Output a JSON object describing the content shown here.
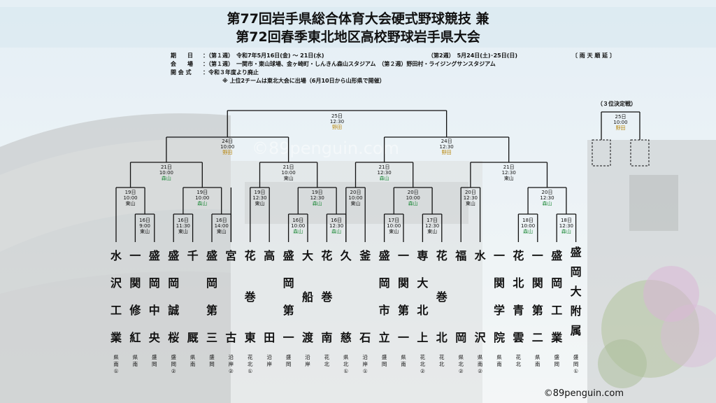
{
  "title_line1": "第77回岩手県総合体育大会硬式野球競技 兼",
  "title_line2": "第72回春季東北地区高校野球岩手県大会",
  "info": {
    "schedule_label": "期　　日",
    "schedule_week1": "：（第１週）　令和7年5月16日(金) ～ 21日(水)",
    "schedule_week2": "（第2週）　5月24日(土)･25日(日)",
    "schedule_rain": "〔 雨 天 順 延 〕",
    "venue_label": "会　　場",
    "venue_text": "：（第１週）　一関市・東山球場、金ヶ崎町・しんきん森山スタジアム　（第２週）野田村・ライジングサンスタジアム",
    "ceremony_label": "開 会 式",
    "ceremony_text": "：令和３年度より廃止",
    "note": "※ 上位2チームは東北大会に出場（6月10日から山形県で開催）"
  },
  "third_place_label": "（３位決定戦）",
  "third_place_game": {
    "date": "25日",
    "time": "10:00",
    "venue": "野田"
  },
  "final": {
    "date": "25日",
    "time": "12:30",
    "venue": "野田"
  },
  "semis": [
    {
      "date": "24日",
      "time": "10:00",
      "venue": "野田"
    },
    {
      "date": "24日",
      "time": "12:30",
      "venue": "野田"
    }
  ],
  "quarters": [
    {
      "date": "21日",
      "time": "10:00",
      "venue": "森山"
    },
    {
      "date": "21日",
      "time": "10:00",
      "venue": "東山"
    },
    {
      "date": "21日",
      "time": "12:30",
      "venue": "森山"
    },
    {
      "date": "21日",
      "time": "12:30",
      "venue": "東山"
    }
  ],
  "round16": [
    {
      "date": "19日",
      "time": "10:00",
      "venue": "東山"
    },
    {
      "date": "19日",
      "time": "10:00",
      "venue": "森山"
    },
    {
      "date": "19日",
      "time": "12:30",
      "venue": "東山"
    },
    {
      "date": "19日",
      "time": "12:30",
      "venue": "森山"
    },
    {
      "date": "20日",
      "time": "10:00",
      "venue": "東山"
    },
    {
      "date": "20日",
      "time": "10:00",
      "venue": "森山"
    },
    {
      "date": "20日",
      "time": "12:30",
      "venue": "東山"
    },
    {
      "date": "20日",
      "time": "12:30",
      "venue": "森山"
    }
  ],
  "first_round": [
    {
      "date": "16日",
      "time": "9:00",
      "venue": "東山"
    },
    {
      "date": "16日",
      "time": "11:30",
      "venue": "東山"
    },
    {
      "date": "16日",
      "time": "14:00",
      "venue": "東山"
    },
    {
      "date": "16日",
      "time": "10:00",
      "venue": "森山"
    },
    {
      "date": "16日",
      "time": "12:30",
      "venue": "森山"
    },
    {
      "date": "17日",
      "time": "10:00",
      "venue": "東山"
    },
    {
      "date": "17日",
      "time": "12:30",
      "venue": "東山"
    },
    {
      "date": "18日",
      "time": "10:00",
      "venue": "森山"
    },
    {
      "date": "18日",
      "time": "12:30",
      "venue": "森山"
    }
  ],
  "teams": [
    {
      "name": "水沢工業",
      "region": "県南①"
    },
    {
      "name": "一関修紅",
      "region": "県南"
    },
    {
      "name": "盛岡中央",
      "region": "盛岡"
    },
    {
      "name": "盛岡誠桜",
      "region": "盛岡②"
    },
    {
      "name": "千厩",
      "region": "県南"
    },
    {
      "name": "盛岡第三",
      "region": "盛岡"
    },
    {
      "name": "宮古",
      "region": "沿岸②"
    },
    {
      "name": "花巻東",
      "region": "花北①"
    },
    {
      "name": "高田",
      "region": "沿岸"
    },
    {
      "name": "盛岡第一",
      "region": "盛岡"
    },
    {
      "name": "大船渡",
      "region": "沿岸"
    },
    {
      "name": "花巻南",
      "region": "花北"
    },
    {
      "name": "久慈",
      "region": "県北①"
    },
    {
      "name": "釜石",
      "region": "沿岸①"
    },
    {
      "name": "盛岡市立",
      "region": "盛岡"
    },
    {
      "name": "一関第一",
      "region": "県南"
    },
    {
      "name": "専大北上",
      "region": "花北②"
    },
    {
      "name": "花巻北",
      "region": "花北"
    },
    {
      "name": "福岡",
      "region": "県北②"
    },
    {
      "name": "水沢",
      "region": "県南②"
    },
    {
      "name": "一関学院",
      "region": "県南"
    },
    {
      "name": "花北青雲",
      "region": "花北"
    },
    {
      "name": "一関第二",
      "region": "県南"
    },
    {
      "name": "盛岡工業",
      "region": "盛岡"
    },
    {
      "name": "盛岡大附属",
      "region": "盛岡①"
    }
  ],
  "watermark": "©89penguin.com",
  "copyright": "©89penguin.com",
  "colors": {
    "line": "#111111",
    "venue_noda": "#b8860b",
    "venue_moriyama": "#1f8a3a",
    "venue_higashiyama": "#111111",
    "title_band": "#cfe3ef"
  }
}
